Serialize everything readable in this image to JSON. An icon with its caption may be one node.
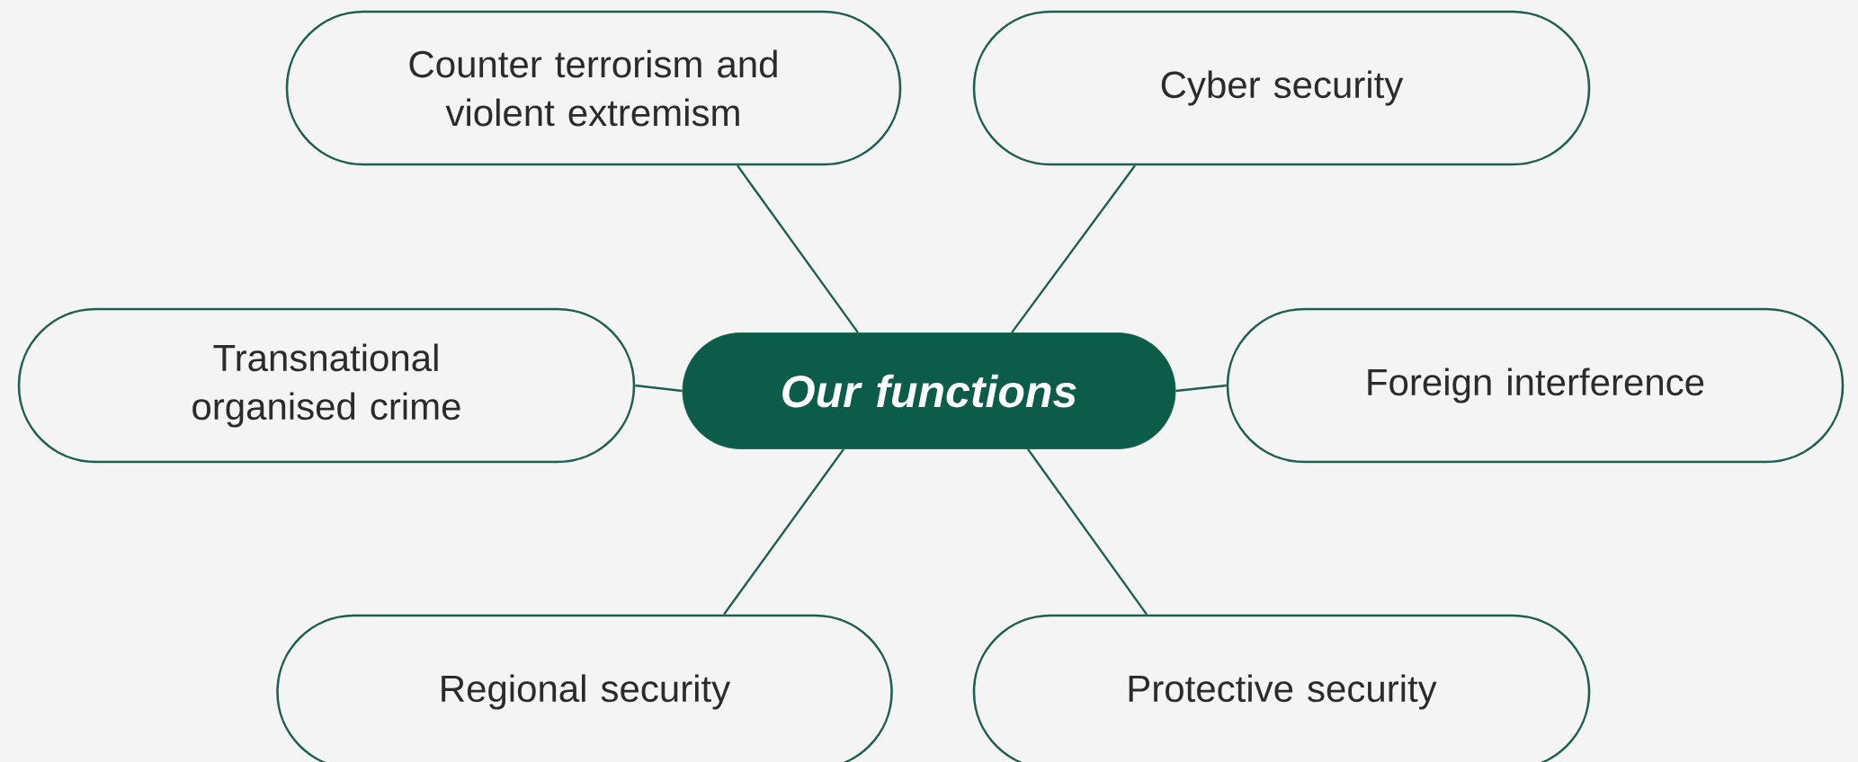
{
  "diagram": {
    "nodes": [
      {
        "text": [
          "Counter terrorism and violent extremism"
        ]
      },
      {
        "text": [
          "Cyber security"
        ]
      },
      {
        "text": [
          "Transnational organised crime"
        ]
      },
      {
        "text": [
          "Our functions"
        ]
      },
      {
        "text": [
          "Foreign interference"
        ]
      },
      {
        "text": [
          "Regional security"
        ]
      },
      {
        "text": [
          "Protective security"
        ]
      }
    ],
    "edges": [
      {
        "from": 3,
        "to": 0,
        "arrow": "none"
      },
      {
        "from": 3,
        "to": 1,
        "arrow": "none"
      },
      {
        "from": 3,
        "to": 2,
        "arrow": "none"
      },
      {
        "from": 3,
        "to": 4,
        "arrow": "none"
      },
      {
        "from": 3,
        "to": 5,
        "arrow": "none"
      },
      {
        "from": 3,
        "to": 6,
        "arrow": "none"
      }
    ]
  }
}
